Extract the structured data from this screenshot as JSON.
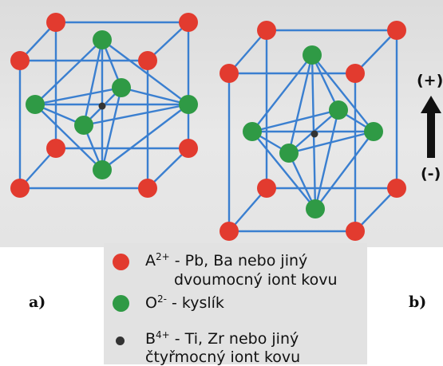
{
  "colors": {
    "edge": "#3a7fd0",
    "cation_a": "#e23b2f",
    "oxygen": "#2f9a45",
    "cation_b": "#333333",
    "background": "#e0e0e0"
  },
  "panel_a": {
    "label": "a)"
  },
  "panel_b": {
    "label": "b)"
  },
  "field": {
    "plus": "(+)",
    "minus": "(-)"
  },
  "legend": [
    {
      "symbol": "A",
      "charge": "2+",
      "text": " - Pb, Ba nebo jiný",
      "cont": "dvoumocný iont kovu"
    },
    {
      "symbol": "O",
      "charge": "2-",
      "text": " - kyslík",
      "cont": ""
    },
    {
      "symbol": "B",
      "charge": "4+",
      "text": " - Ti, Zr nebo jiný",
      "cont": "čtyřmocný iont kovu"
    }
  ]
}
